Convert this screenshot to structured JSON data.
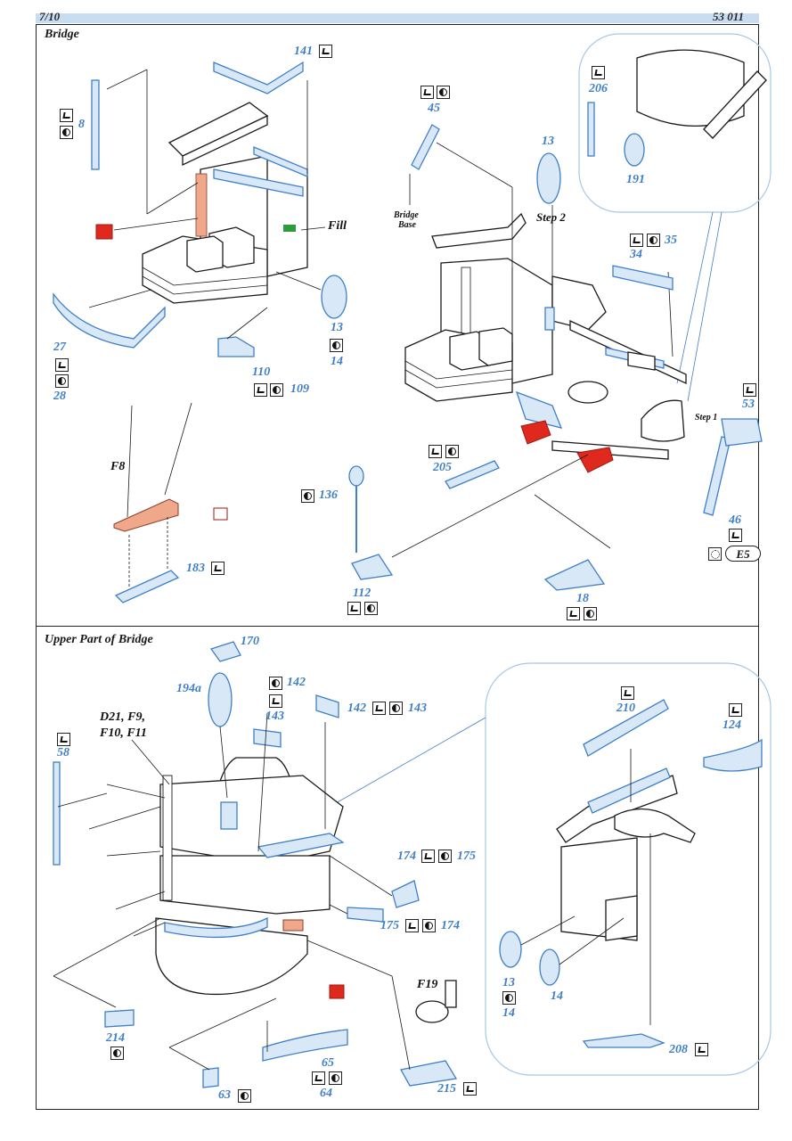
{
  "header": {
    "page": "7/10",
    "kit_number": "53 011"
  },
  "sections": [
    {
      "title": "Bridge"
    },
    {
      "title": "Upper Part of Bridge"
    }
  ],
  "bridge": {
    "annotations": {
      "fill": "Fill",
      "step2": "Step 2",
      "step1": "Step 1",
      "bridge_base_1": "Bridge",
      "bridge_base_2": "Base",
      "f8": "F8",
      "e5": "E5"
    },
    "parts": {
      "p141": "141",
      "p8": "8",
      "p27": "27",
      "p28": "28",
      "p110": "110",
      "p109": "109",
      "p13a": "13",
      "p14a": "14",
      "p45": "45",
      "p13b": "13",
      "p35": "35",
      "p34": "34",
      "p206": "206",
      "p191": "191",
      "p53": "53",
      "p46": "46",
      "p205": "205",
      "p136": "136",
      "p183": "183",
      "p112": "112",
      "p18": "18"
    }
  },
  "upper_bridge": {
    "annotations": {
      "dlist_1": "D21, F9,",
      "dlist_2": "F10, F11",
      "f19": "F19"
    },
    "parts": {
      "p170": "170",
      "p194a": "194a",
      "p142a": "142",
      "p143a": "143",
      "p142b": "142",
      "p143b": "143",
      "p58": "58",
      "p174a": "174",
      "p175a": "175",
      "p175b": "175",
      "p174b": "174",
      "p214": "214",
      "p63": "63",
      "p65": "65",
      "p64": "64",
      "p215": "215",
      "p210": "210",
      "p124": "124",
      "p13": "13",
      "p14a": "14",
      "p14b": "14",
      "p208": "208"
    }
  },
  "colors": {
    "etch_blue": "#3f7fc6",
    "paint_red": "#e0291e",
    "paint_salmon": "#f0a88a",
    "header_band": "#c8ddf1"
  },
  "icons": [
    "bend-icon",
    "cut-icon",
    "paint-icon",
    "gear-icon"
  ]
}
